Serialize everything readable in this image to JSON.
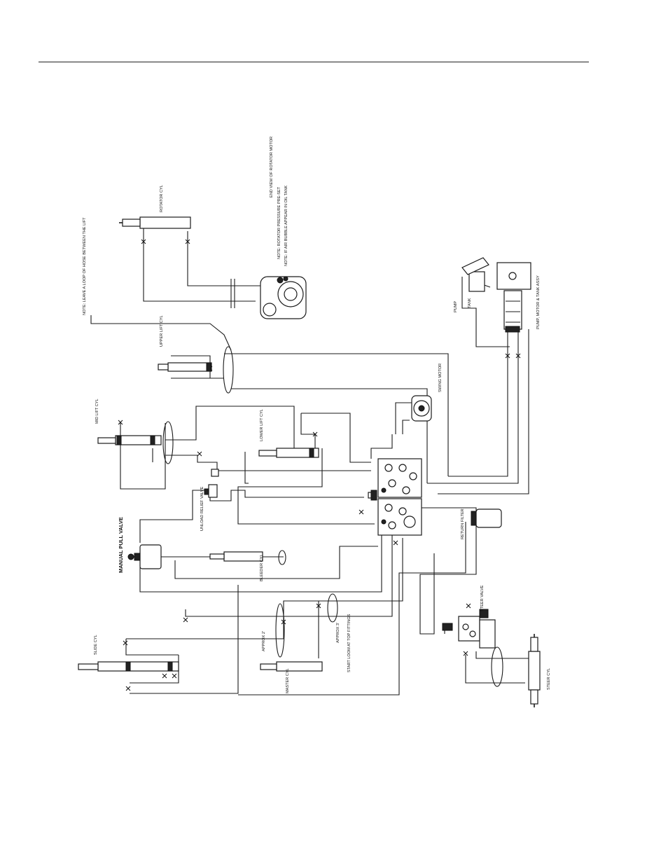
{
  "labels": {
    "manual_pull_valve": "MANUAL PULL VALVE",
    "pump_motor_tank": "PUMP, MOTOR & TANK ASSY",
    "return_filter": "RETURN FILTER",
    "steer_valve": "STEER VALVE",
    "steer_cyl": "STEER CYL",
    "upper_lift_cyl": "UPPER LIFT CYL",
    "lower_lift_cyl": "LOWER LIFT CYL",
    "mid_lift_cyl": "MID LIFT CYL",
    "rotator_cyl": "ROTATOR CYL",
    "slide_cyl": "SLIDE CYL",
    "master_cyl": "MASTER CYL",
    "swing_motor": "SWING MOTOR",
    "bleeder_cyl": "BLEEDER CYL",
    "unload_relief_valve": "UNLOAD RELIEF VALVE",
    "approx_2": "APPROX 2'",
    "approx_3": "APPROX 3'",
    "start_loom": "START LOOM AT TOP FITTINGS",
    "end_view_rotator": "END VIEW OF ROTATOR MOTOR",
    "note_rotator": "NOTE: ROTATOR PRESSURE PRE-SET",
    "note_air_bubble": "NOTE: IF AIR BUBBLE APPEAR IN OIL TANK",
    "note_loop": "NOTE: LEAVE A LOOP OF HOSE BETWEEN THE LIFT",
    "pump_port": "PUMP",
    "tank_port": "TANK"
  }
}
